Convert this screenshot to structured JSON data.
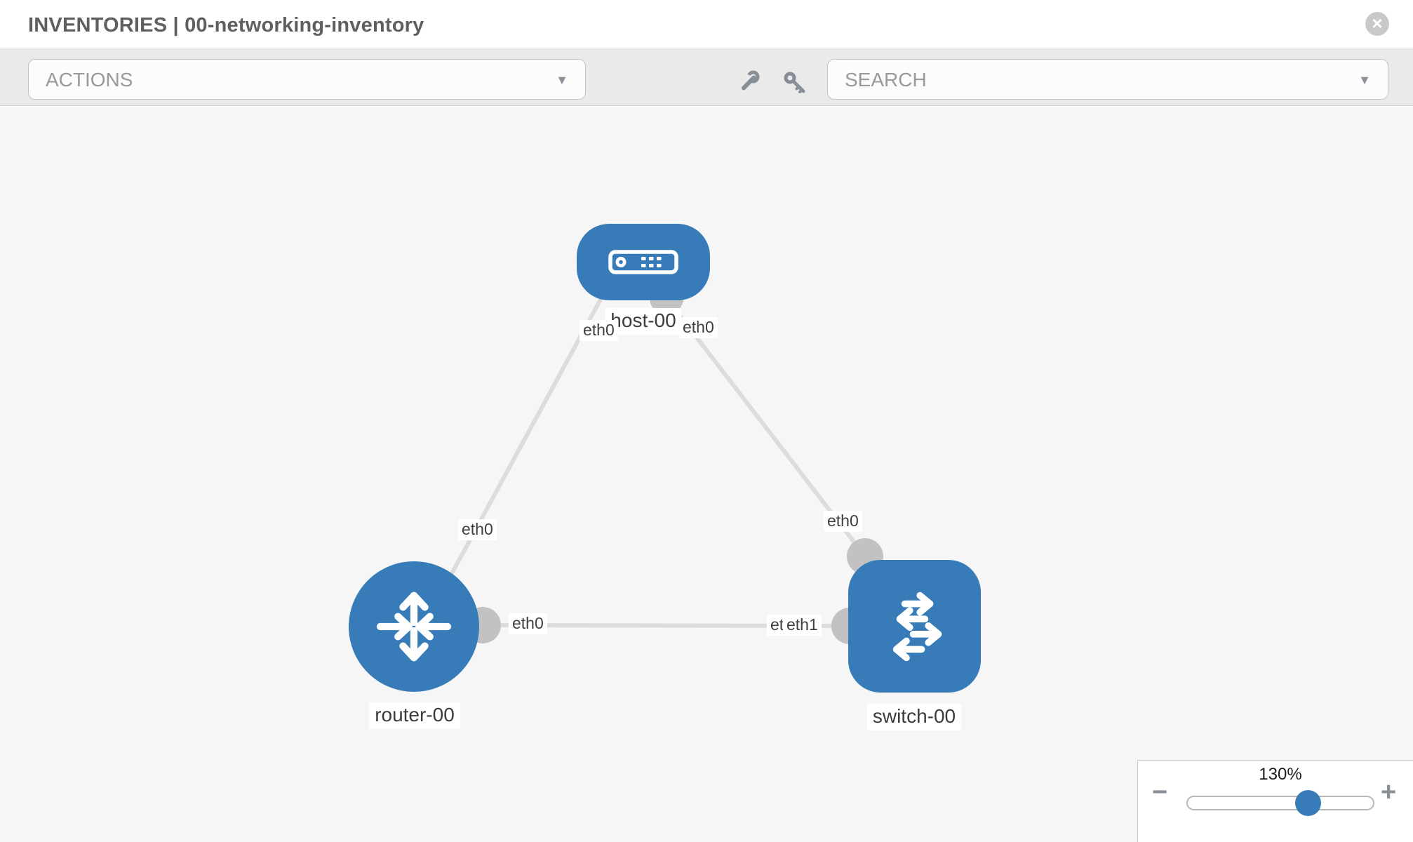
{
  "header": {
    "title": "INVENTORIES | 00-networking-inventory"
  },
  "toolbar": {
    "actions_dropdown": {
      "value": "ACTIONS"
    },
    "search_dropdown": {
      "value": "SEARCH"
    }
  },
  "icons": {
    "close": "×",
    "caret": "▼",
    "minus": "−",
    "plus": "+"
  },
  "topology": {
    "nodes": [
      {
        "id": "host-00",
        "type": "host",
        "label": "host-00"
      },
      {
        "id": "router-00",
        "type": "router",
        "label": "router-00"
      },
      {
        "id": "switch-00",
        "type": "switch",
        "label": "switch-00"
      }
    ],
    "links": [
      {
        "from": "host-00",
        "from_interface": "eth0",
        "to": "router-00",
        "to_interface": "eth0"
      },
      {
        "from": "host-00",
        "from_interface": "eth0",
        "to": "switch-00",
        "to_interface": "eth0"
      },
      {
        "from": "router-00",
        "from_interface": "eth0",
        "to": "switch-00",
        "to_interface": "eth1",
        "to_interface_overlapped": "eth0"
      }
    ]
  },
  "zoom_control": {
    "level": "130%"
  },
  "colors": {
    "node_blue": "#377cb8",
    "link_gray": "#dcdcdc",
    "interface_gray": "#c2c2c2",
    "canvas_bg": "#f6f6f6",
    "toolbar_bg": "#eaeaea"
  }
}
